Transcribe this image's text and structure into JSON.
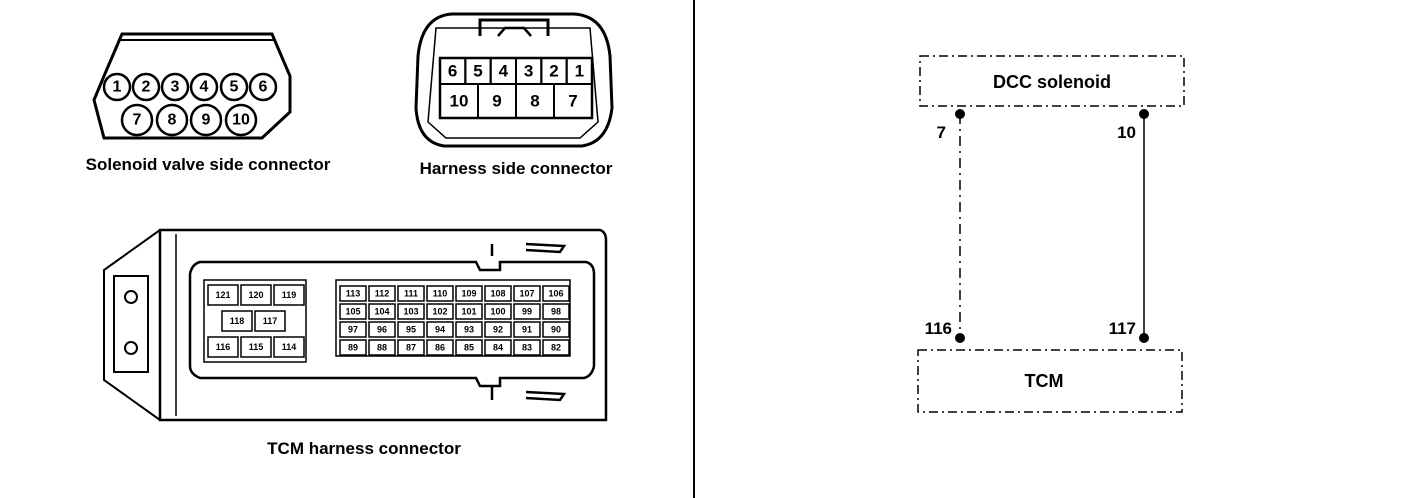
{
  "left_panel": {
    "solenoid_connector": {
      "caption": "Solenoid valve side connector",
      "top_row": [
        "1",
        "2",
        "3",
        "4",
        "5",
        "6"
      ],
      "bottom_row": [
        "7",
        "8",
        "9",
        "10"
      ]
    },
    "harness_connector": {
      "caption": "Harness side connector",
      "top_row": [
        "6",
        "5",
        "4",
        "3",
        "2",
        "1"
      ],
      "bottom_row": [
        "10",
        "9",
        "8",
        "7"
      ]
    },
    "tcm_connector": {
      "caption": "TCM harness connector",
      "left_block": {
        "row1": [
          "121",
          "120",
          "119"
        ],
        "row2": [
          "118",
          "117"
        ],
        "row3": [
          "116",
          "115",
          "114"
        ]
      },
      "right_block": {
        "row1": [
          "113",
          "112",
          "111",
          "110",
          "109",
          "108",
          "107",
          "106"
        ],
        "row2": [
          "105",
          "104",
          "103",
          "102",
          "101",
          "100",
          "99",
          "98"
        ],
        "row3": [
          "97",
          "96",
          "95",
          "94",
          "93",
          "92",
          "91",
          "90"
        ],
        "row4": [
          "89",
          "88",
          "87",
          "86",
          "85",
          "84",
          "83",
          "82"
        ]
      }
    }
  },
  "right_panel": {
    "top_box_label": "DCC solenoid",
    "bottom_box_label": "TCM",
    "pin_top_left": "7",
    "pin_top_right": "10",
    "pin_bottom_left": "116",
    "pin_bottom_right": "117"
  }
}
